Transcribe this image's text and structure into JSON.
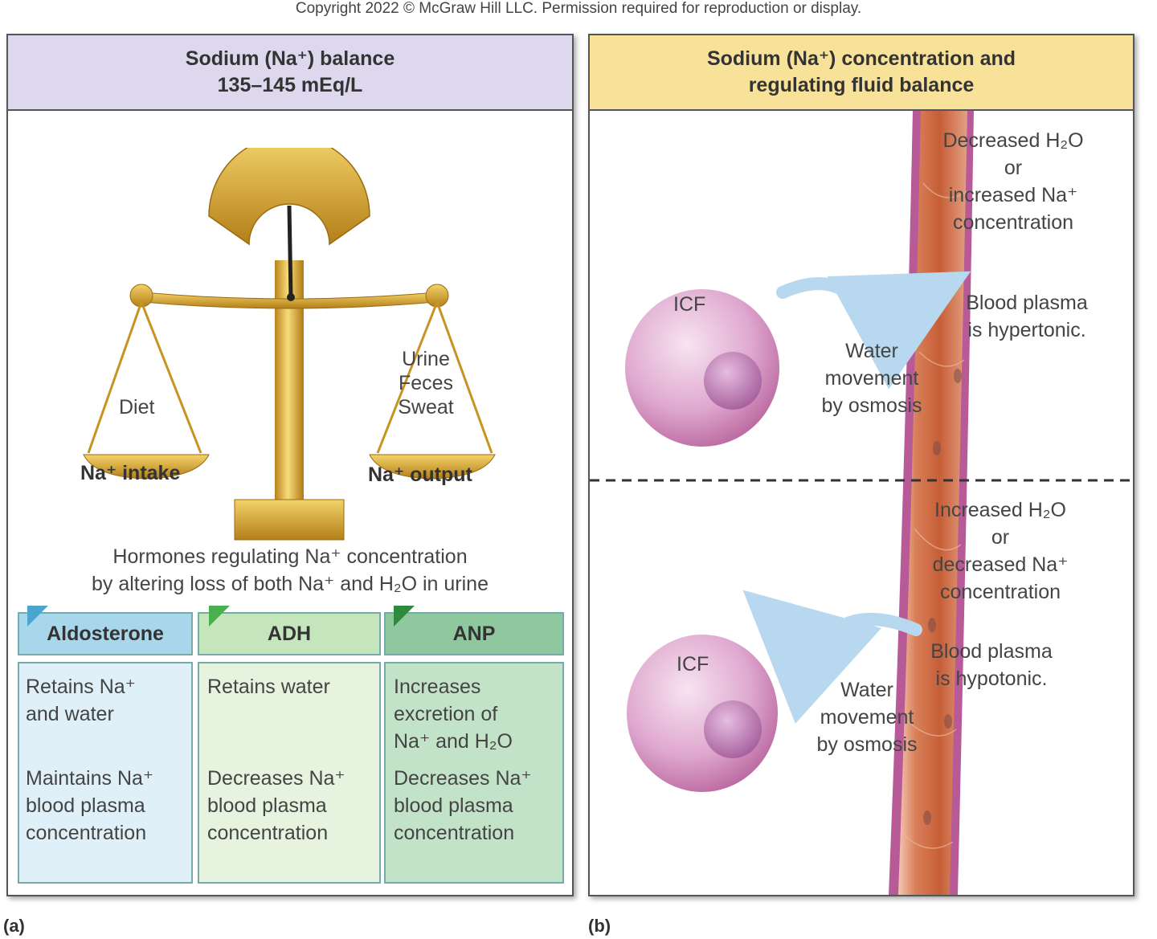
{
  "copyright": "Copyright 2022 © McGraw Hill LLC. Permission required for reproduction or display.",
  "panel_a": {
    "title_line1": "Sodium (Na⁺) balance",
    "title_line2": "135–145 mEq/L",
    "left_pan_label": "Diet",
    "right_pan_labels": [
      "Urine",
      "Feces",
      "Sweat"
    ],
    "intake_label": "Na⁺ intake",
    "output_label": "Na⁺ output",
    "hormones_caption_line1": "Hormones regulating Na⁺ concentration",
    "hormones_caption_line2": "by altering loss of both Na⁺ and H₂O in urine",
    "hormones": [
      {
        "name": "Aldosterone",
        "effect1": [
          "Retains Na⁺",
          "and water"
        ],
        "effect2": [
          "Maintains Na⁺",
          "blood plasma",
          "concentration"
        ]
      },
      {
        "name": "ADH",
        "effect1": [
          "Retains water"
        ],
        "effect2": [
          "Decreases Na⁺",
          "blood plasma",
          "concentration"
        ]
      },
      {
        "name": "ANP",
        "effect1": [
          "Increases",
          "excretion of",
          "Na⁺ and H₂O"
        ],
        "effect2": [
          "Decreases Na⁺",
          "blood plasma",
          "concentration"
        ]
      }
    ],
    "caption": "(a)"
  },
  "panel_b": {
    "title_line1": "Sodium (Na⁺) concentration and",
    "title_line2": "regulating fluid balance",
    "top": {
      "condition": [
        "Decreased H₂O",
        "or",
        "increased Na⁺",
        "concentration"
      ],
      "cell_label": "ICF",
      "movement": [
        "Water",
        "movement",
        "by osmosis"
      ],
      "plasma": [
        "Blood plasma",
        "is hypertonic."
      ]
    },
    "bottom": {
      "condition": [
        "Increased H₂O",
        "or",
        "decreased Na⁺",
        "concentration"
      ],
      "cell_label": "ICF",
      "movement": [
        "Water",
        "movement",
        "by osmosis"
      ],
      "plasma": [
        "Blood plasma",
        "is hypotonic."
      ]
    },
    "caption": "(b)"
  },
  "colors": {
    "panel_a_header": "#ddd8ee",
    "panel_b_header": "#f8e29a",
    "aldosterone": "#a8d6ea",
    "adh": "#c5e6bd",
    "anp": "#8fc79e",
    "gold": "#d9a92a",
    "cell": "#d993c6",
    "vessel": "#c86a3e",
    "arrow": "#b7d8ef"
  }
}
